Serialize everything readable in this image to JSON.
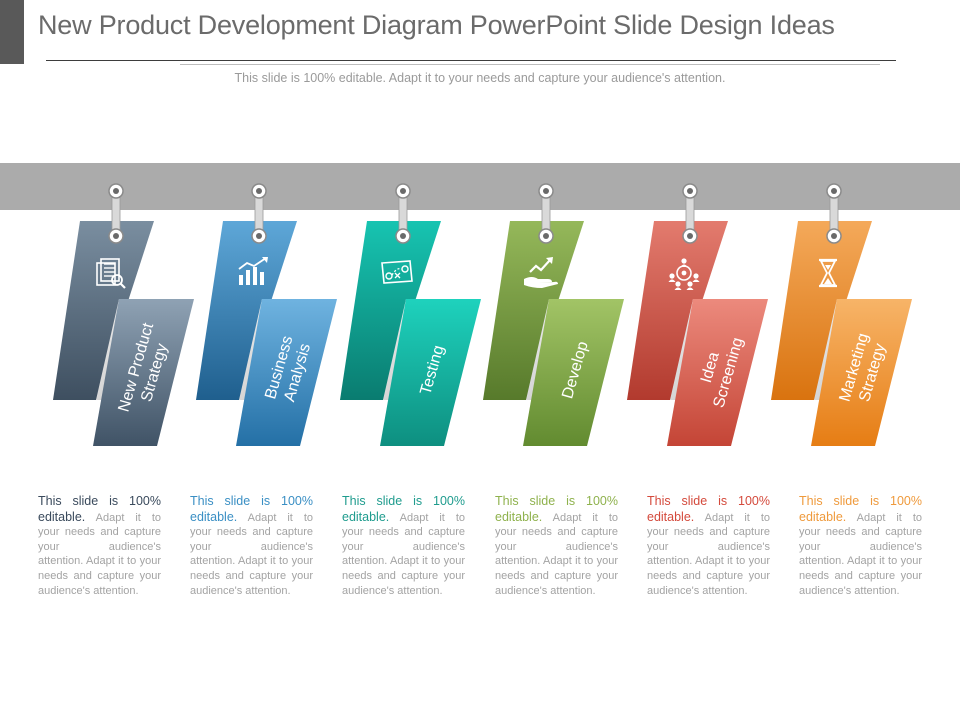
{
  "header": {
    "title": "New Product Development Diagram PowerPoint Slide Design Ideas",
    "subtitle": "This slide is 100% editable. Adapt it to your needs and capture your audience's attention."
  },
  "steps": [
    {
      "label_lines": [
        "New Product",
        "Strategy"
      ],
      "icon": "documents-magnifier-icon",
      "colors": {
        "top": "#7a8ea0",
        "dark": "#3e4f60",
        "front_top": "#8fa2b4",
        "front_bottom": "#405366"
      },
      "desc_lead": "This slide is 100% editable.",
      "desc_body": "Adapt it to your needs and capture your audience's attention. Adapt it to your needs and capture your audience's attention.",
      "lead_color": "#3a4a5c"
    },
    {
      "label_lines": [
        "Business",
        "Analysis"
      ],
      "icon": "bar-chart-icon",
      "colors": {
        "top": "#5ea7d8",
        "dark": "#1f5f8e",
        "front_top": "#6fb3e0",
        "front_bottom": "#2470a6"
      },
      "desc_lead": "This slide is 100% editable.",
      "desc_body": "Adapt it to your needs and capture your audience's attention. Adapt it to your needs and capture your audience's attention.",
      "lead_color": "#3a8fc4"
    },
    {
      "label_lines": [
        "Testing"
      ],
      "icon": "strategy-board-icon",
      "colors": {
        "top": "#17c4b1",
        "dark": "#0a7c70",
        "front_top": "#1ed2bd",
        "front_bottom": "#0e8f80"
      },
      "desc_lead": "This slide is 100% editable.",
      "desc_body": "Adapt it to your needs and capture your audience's attention. Adapt it to your needs and capture your audience's attention.",
      "lead_color": "#1f9c8e"
    },
    {
      "label_lines": [
        "Develop"
      ],
      "icon": "hand-growth-icon",
      "colors": {
        "top": "#95b85a",
        "dark": "#577a2b",
        "front_top": "#a2c466",
        "front_bottom": "#628b30"
      },
      "desc_lead": "This slide is 100% editable.",
      "desc_body": "Adapt it to your needs and capture your audience's attention. Adapt it to your needs and capture your audience's attention.",
      "lead_color": "#8fb24d"
    },
    {
      "label_lines": [
        "Idea",
        "Screening"
      ],
      "icon": "team-network-icon",
      "colors": {
        "top": "#e37b6e",
        "dark": "#b23a2e",
        "front_top": "#ec8a7d",
        "front_bottom": "#c44536"
      },
      "desc_lead": "This slide is 100% editable.",
      "desc_body": "Adapt it to your needs and capture your audience's attention. Adapt it to your needs and capture your audience's attention.",
      "lead_color": "#d44a3c"
    },
    {
      "label_lines": [
        "Marketing",
        "Strategy"
      ],
      "icon": "hourglass-icon",
      "colors": {
        "top": "#f4a95a",
        "dark": "#d9730f",
        "front_top": "#f7b468",
        "front_bottom": "#e67d14"
      },
      "desc_lead": "This slide is 100% editable.",
      "desc_body": "Adapt it to your needs and capture your audience's attention. Adapt it to your needs and capture your audience's attention.",
      "lead_color": "#ef9a3c"
    }
  ]
}
